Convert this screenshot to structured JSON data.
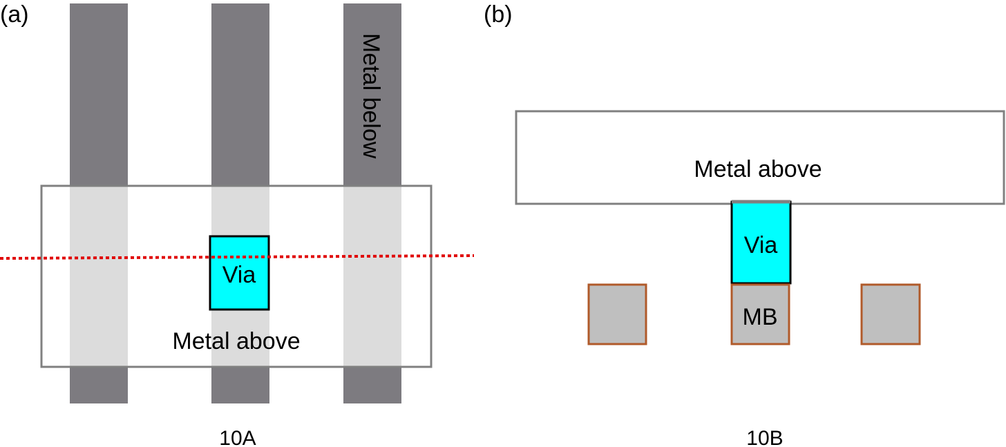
{
  "panel_a": {
    "tag": "(a)",
    "caption": "10A",
    "metal_below_label": "Metal below",
    "metal_above_label": "Metal above",
    "via_label": "Via"
  },
  "panel_b": {
    "tag": "(b)",
    "caption": "10B",
    "metal_above_label": "Metal above",
    "via_label": "Via",
    "mb_label": "MB"
  },
  "colors": {
    "metal_below": "#7d7b80",
    "overlap": "#dcdcdc",
    "via": "#00ffff",
    "outline": "#808080",
    "section_line": "#e00000",
    "mb_fill": "#bfbfbf",
    "mb_border": "#b05a2a"
  }
}
